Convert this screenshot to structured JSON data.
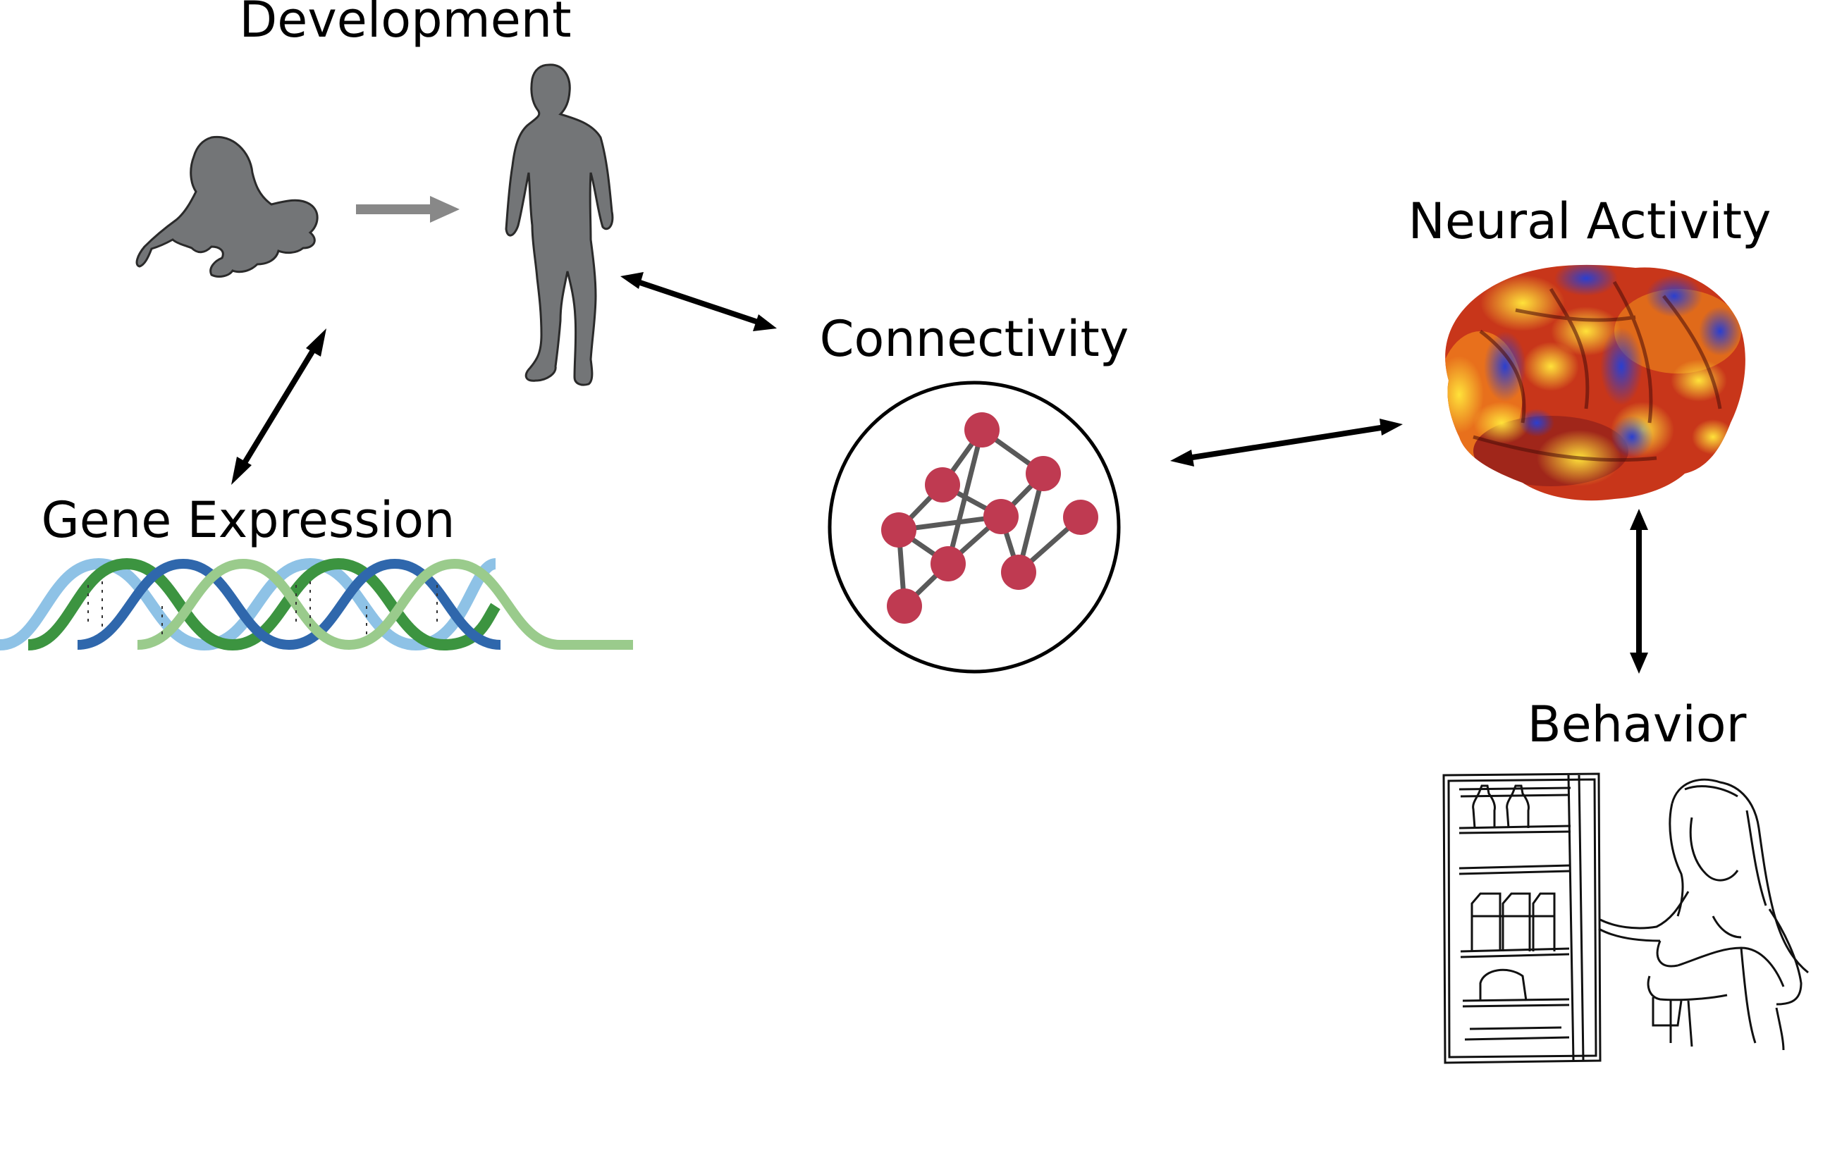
{
  "labels": {
    "development": "Development",
    "gene_expression": "Gene Expression",
    "connectivity": "Connectivity",
    "neural_activity": "Neural Activity",
    "behavior": "Behavior"
  },
  "colors": {
    "silhouette": "#737577",
    "dev_arrow": "#888888",
    "node": "#bf3a51",
    "edge": "#595959",
    "dna_light_blue": "#8ec2e6",
    "dna_dark_blue": "#2f67ac",
    "dna_dark_green": "#3c9440",
    "dna_light_green": "#9acb8c"
  },
  "icons": [
    "baby-silhouette-icon",
    "adult-silhouette-icon",
    "dna-helix-icon",
    "network-graph-icon",
    "brain-activity-icon",
    "person-at-fridge-sketch-icon"
  ]
}
